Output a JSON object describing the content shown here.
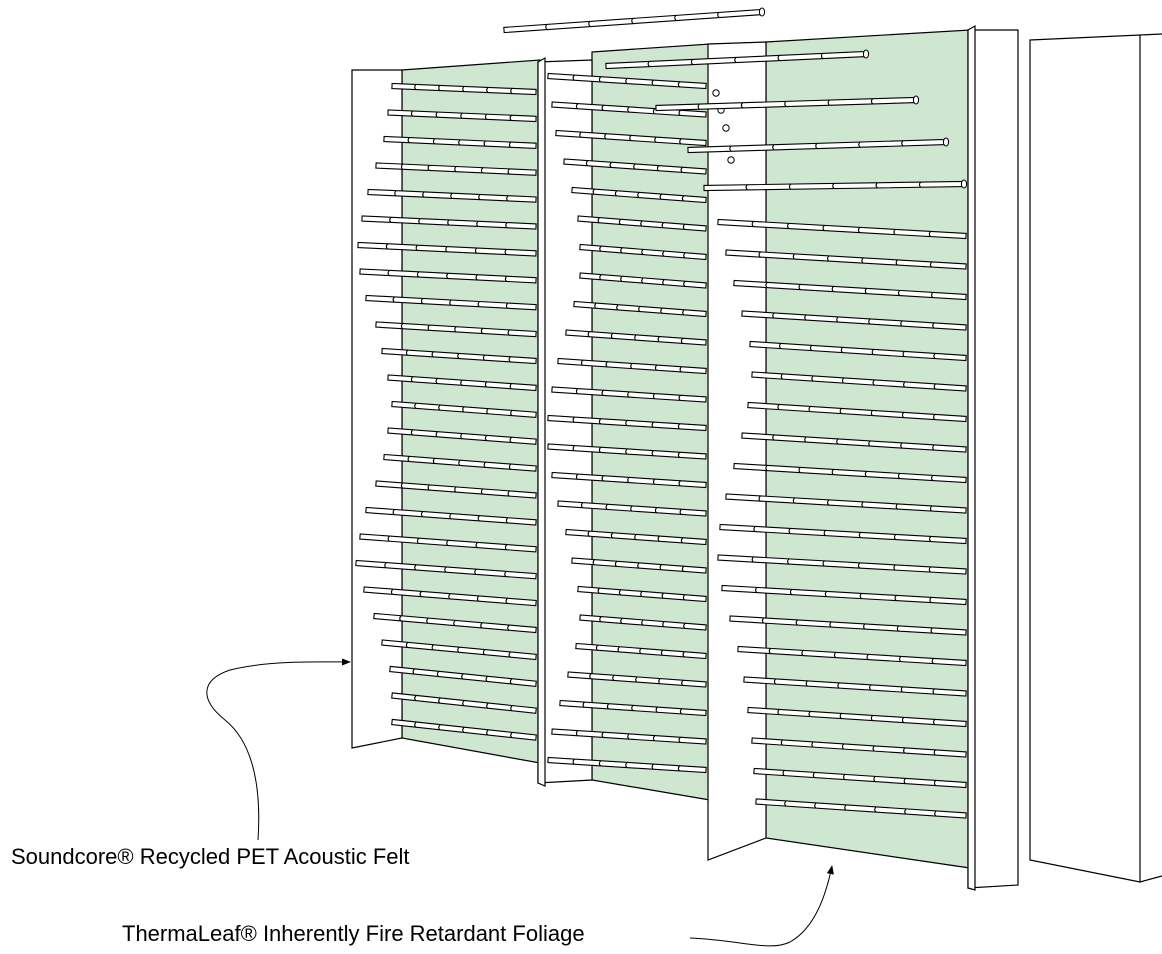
{
  "diagram": {
    "colors": {
      "felt_panel": "#cfe6d0",
      "outline": "#000000",
      "post": "#ffffff",
      "rod": "#ffffff"
    },
    "callouts": [
      {
        "id": "felt",
        "text": "Soundcore® Recycled PET Acoustic Felt"
      },
      {
        "id": "foliage",
        "text": "ThermaLeaf® Inherently Fire Retardant Foliage"
      }
    ]
  }
}
